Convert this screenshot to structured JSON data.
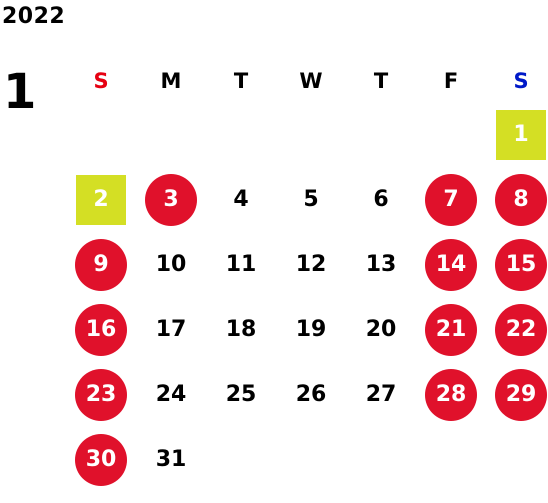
{
  "year": "2022",
  "month": "1",
  "weekdays": [
    "S",
    "M",
    "T",
    "W",
    "T",
    "F",
    "S"
  ],
  "colors": {
    "sunday_header": "#e60012",
    "saturday_header": "#0019c8",
    "holiday_circle": "#e0112b",
    "special_square": "#d4df24"
  },
  "days": [
    {
      "day": "1",
      "col": 7,
      "style": "special"
    },
    {
      "day": "2",
      "col": 1,
      "style": "special"
    },
    {
      "day": "3",
      "col": 2,
      "style": "holiday"
    },
    {
      "day": "4",
      "col": 3,
      "style": "normal"
    },
    {
      "day": "5",
      "col": 4,
      "style": "normal"
    },
    {
      "day": "6",
      "col": 5,
      "style": "normal"
    },
    {
      "day": "7",
      "col": 6,
      "style": "holiday"
    },
    {
      "day": "8",
      "col": 7,
      "style": "holiday"
    },
    {
      "day": "9",
      "col": 1,
      "style": "holiday"
    },
    {
      "day": "10",
      "col": 2,
      "style": "normal"
    },
    {
      "day": "11",
      "col": 3,
      "style": "normal"
    },
    {
      "day": "12",
      "col": 4,
      "style": "normal"
    },
    {
      "day": "13",
      "col": 5,
      "style": "normal"
    },
    {
      "day": "14",
      "col": 6,
      "style": "holiday"
    },
    {
      "day": "15",
      "col": 7,
      "style": "holiday"
    },
    {
      "day": "16",
      "col": 1,
      "style": "holiday"
    },
    {
      "day": "17",
      "col": 2,
      "style": "normal"
    },
    {
      "day": "18",
      "col": 3,
      "style": "normal"
    },
    {
      "day": "19",
      "col": 4,
      "style": "normal"
    },
    {
      "day": "20",
      "col": 5,
      "style": "normal"
    },
    {
      "day": "21",
      "col": 6,
      "style": "holiday"
    },
    {
      "day": "22",
      "col": 7,
      "style": "holiday"
    },
    {
      "day": "23",
      "col": 1,
      "style": "holiday"
    },
    {
      "day": "24",
      "col": 2,
      "style": "normal"
    },
    {
      "day": "25",
      "col": 3,
      "style": "normal"
    },
    {
      "day": "26",
      "col": 4,
      "style": "normal"
    },
    {
      "day": "27",
      "col": 5,
      "style": "normal"
    },
    {
      "day": "28",
      "col": 6,
      "style": "holiday"
    },
    {
      "day": "29",
      "col": 7,
      "style": "holiday"
    },
    {
      "day": "30",
      "col": 1,
      "style": "holiday"
    },
    {
      "day": "31",
      "col": 2,
      "style": "normal"
    }
  ]
}
